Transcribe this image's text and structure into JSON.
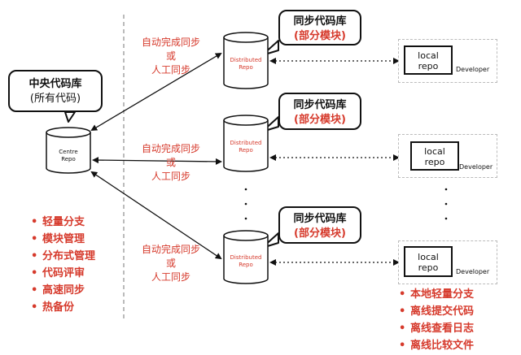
{
  "central": {
    "callout_line1": "中央代码库",
    "callout_line2": "(所有代码)",
    "repo_line1": "Centre",
    "repo_line2": "Repo",
    "features": [
      "轻量分支",
      "模块管理",
      "分布式管理",
      "代码评审",
      "高速同步",
      "热备份"
    ]
  },
  "sync_labels": [
    {
      "line1": "自动完成同步",
      "line2": "或",
      "line3": "人工同步"
    },
    {
      "line1": "自动完成同步",
      "line2": "或",
      "line3": "人工同步"
    },
    {
      "line1": "自动完成同步",
      "line2": "或",
      "line3": "人工同步"
    }
  ],
  "distributed": [
    {
      "repo_line1": "Distributed",
      "repo_line2": "Repo",
      "callout_title": "同步代码库",
      "callout_sub": "(部分模块)"
    },
    {
      "repo_line1": "Distributed",
      "repo_line2": "Repo",
      "callout_title": "同步代码库",
      "callout_sub": "(部分模块)"
    },
    {
      "repo_line1": "Distributed",
      "repo_line2": "Repo",
      "callout_title": "同步代码库",
      "callout_sub": "(部分模块)"
    }
  ],
  "developers": [
    {
      "local_line1": "local",
      "local_line2": "repo",
      "label": "Developer"
    },
    {
      "local_line1": "local",
      "local_line2": "repo",
      "label": "Developer"
    },
    {
      "local_line1": "local",
      "local_line2": "repo",
      "label": "Developer"
    }
  ],
  "developer_features": [
    "本地轻量分支",
    "离线提交代码",
    "离线查看日志",
    "离线比较文件"
  ],
  "colors": {
    "accent": "#d63a2c",
    "ink": "#111111",
    "divider": "#bbbbbb"
  }
}
